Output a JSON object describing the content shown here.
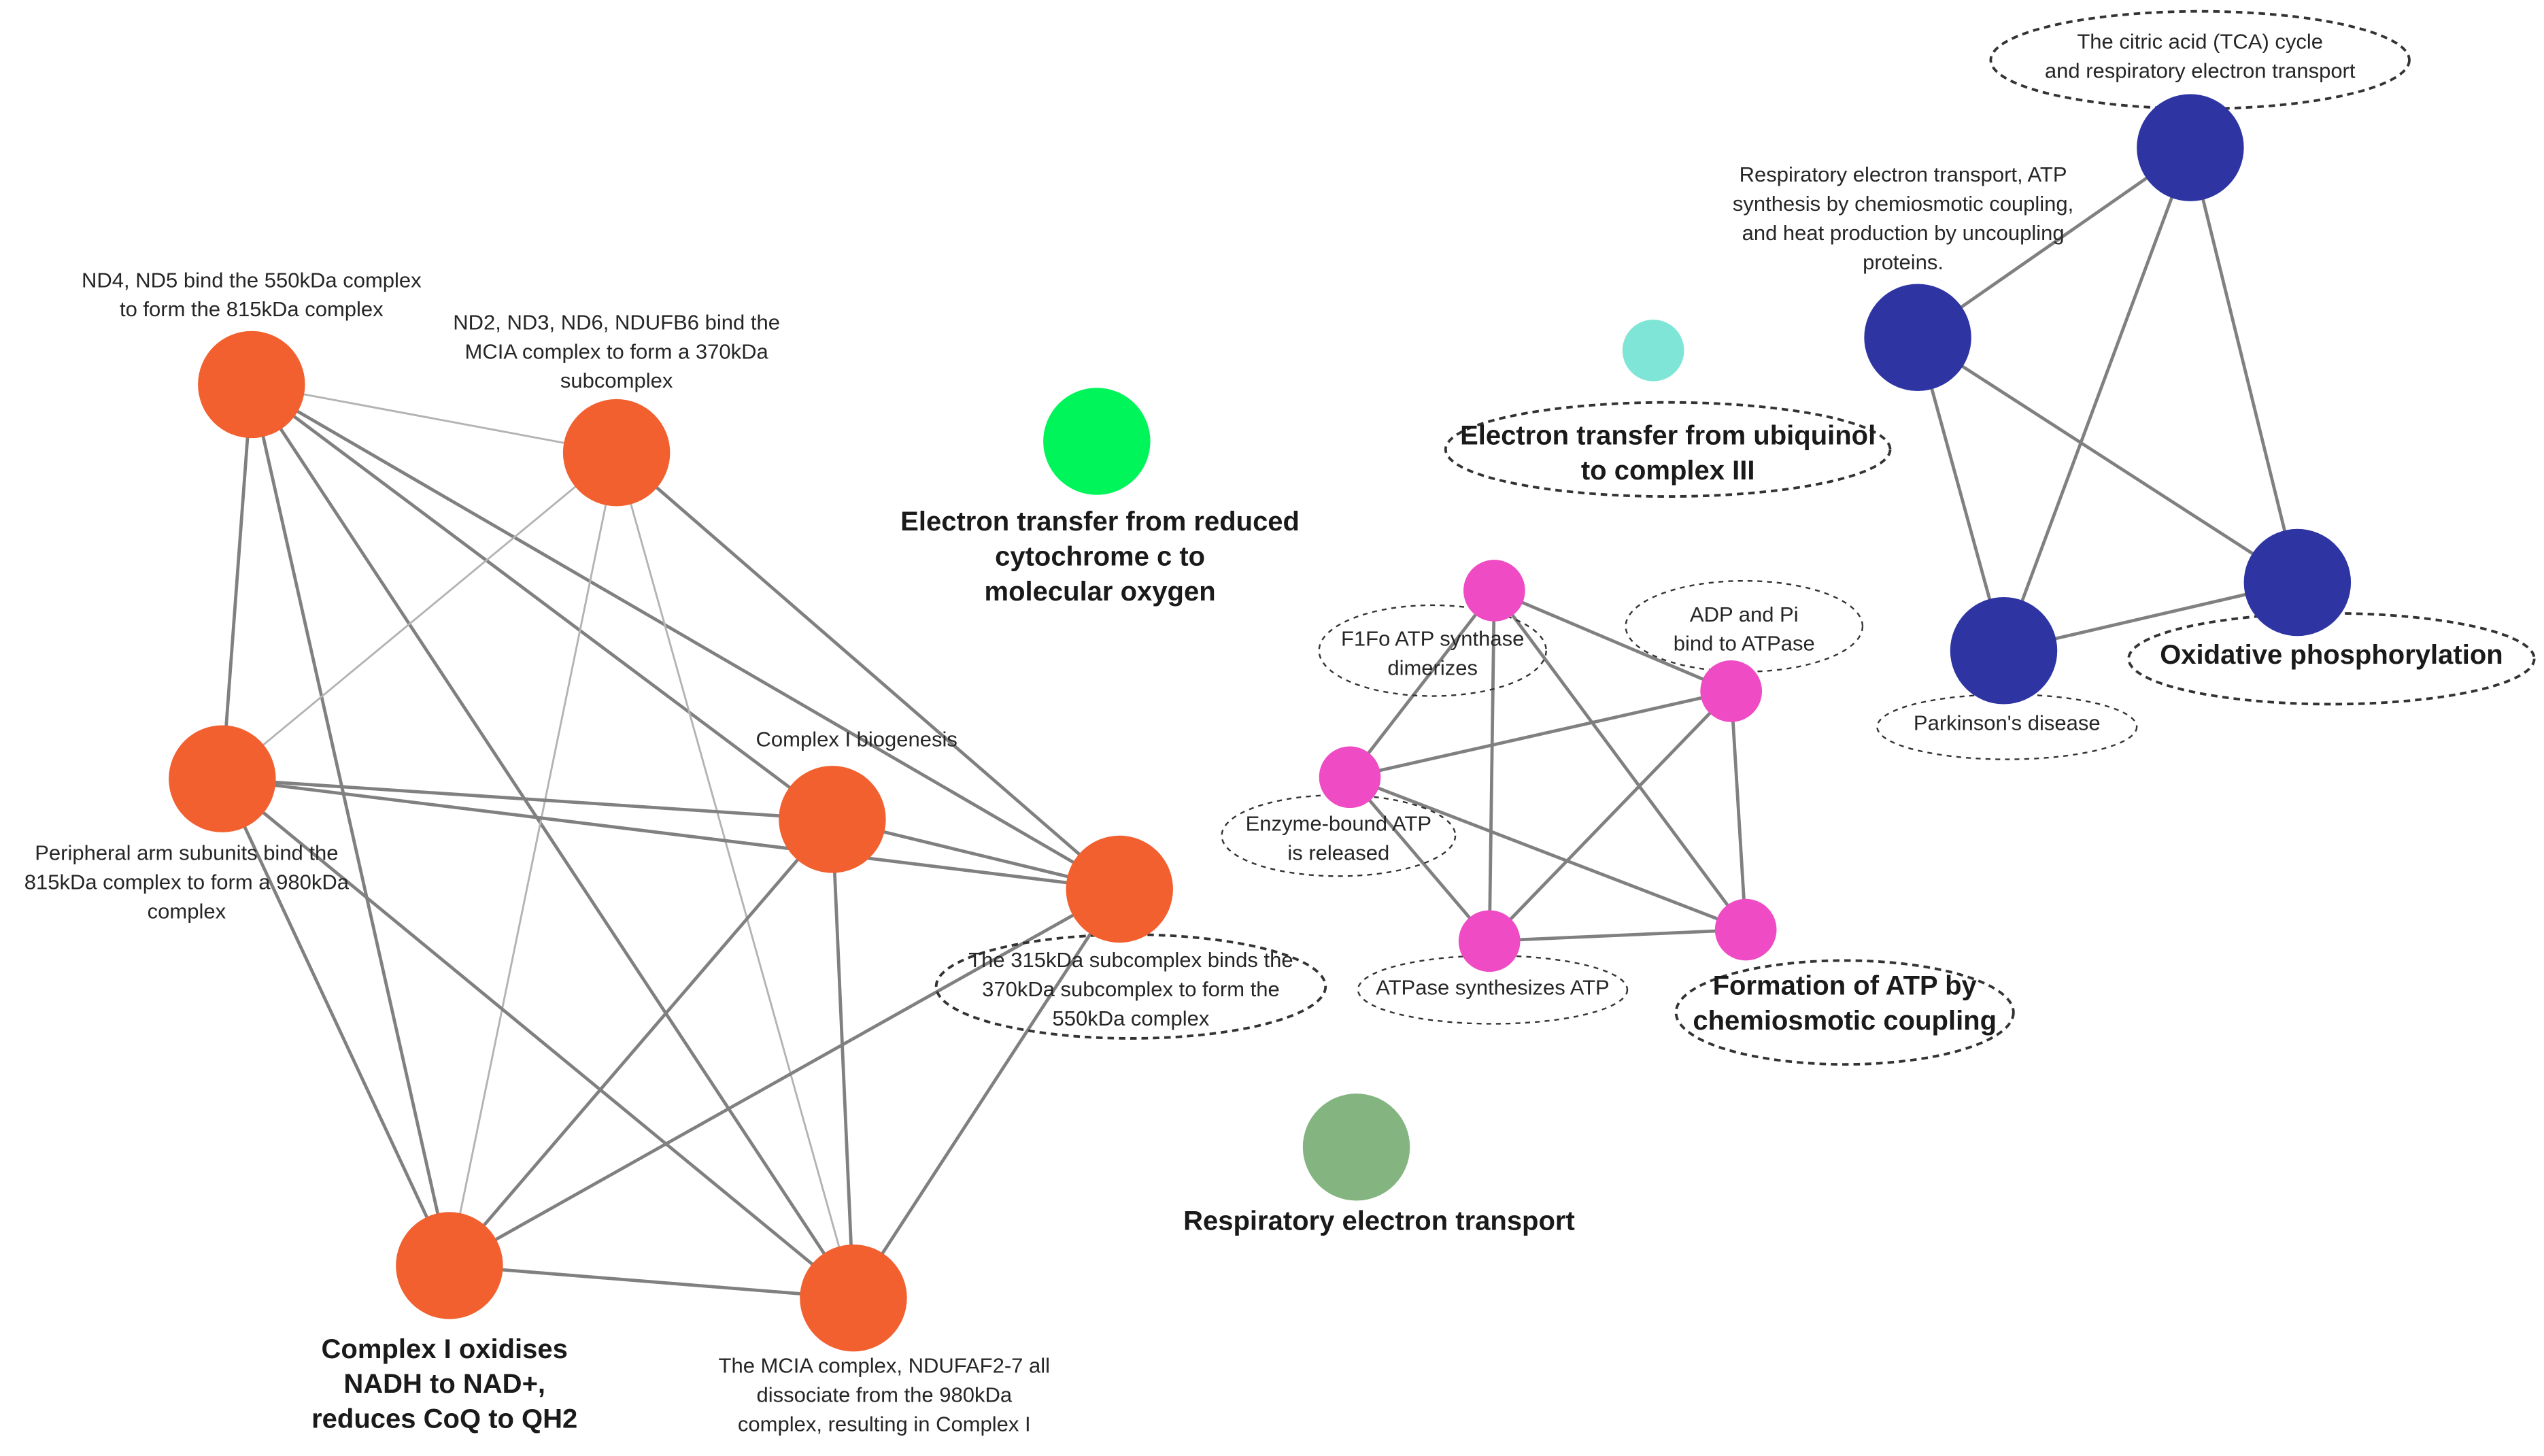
{
  "network": {
    "colors": {
      "orange": "#f26030",
      "blue": "#2e35a3",
      "magenta": "#ef4bc4",
      "green": "#00f55a",
      "teal": "#7fe5d6",
      "sage": "#84b580",
      "edge_dark": "#808080",
      "edge_light": "#b3b3b3",
      "halo_stroke": "#333333"
    },
    "nodes": [
      {
        "id": "n1",
        "color": "orange",
        "lines": [
          "ND4, ND5 bind the 550kDa complex",
          "to form the 815kDa complex"
        ]
      },
      {
        "id": "n2",
        "color": "orange",
        "lines": [
          "ND2, ND3, ND6, NDUFB6 bind the",
          "MCIA complex to form a 370kDa",
          "subcomplex"
        ]
      },
      {
        "id": "n3",
        "color": "orange",
        "lines": [
          "Peripheral arm subunits bind the",
          "815kDa complex to form a 980kDa",
          "complex"
        ]
      },
      {
        "id": "n4",
        "color": "orange",
        "lines": [
          "Complex I biogenesis"
        ]
      },
      {
        "id": "n5",
        "color": "orange",
        "lines": [
          "The 315kDa subcomplex binds the",
          "370kDa subcomplex to form the",
          "550kDa complex"
        ],
        "halo": "bold"
      },
      {
        "id": "n6",
        "color": "orange",
        "lines": [
          "Complex I oxidises",
          "NADH to NAD+,",
          "reduces CoQ to QH2"
        ],
        "bold": true
      },
      {
        "id": "n7",
        "color": "orange",
        "lines": [
          "The MCIA complex, NDUFAF2-7 all",
          "dissociate from the 980kDa",
          "complex, resulting in Complex I"
        ]
      },
      {
        "id": "n8",
        "color": "green",
        "lines": [
          "Electron transfer from reduced",
          "cytochrome c to",
          "molecular oxygen"
        ],
        "bold": true
      },
      {
        "id": "n9",
        "color": "teal",
        "lines": [
          "Electron transfer from ubiquinol",
          "to complex III"
        ],
        "bold": true,
        "halo": "bold"
      },
      {
        "id": "n10",
        "color": "sage",
        "lines": [
          "Respiratory electron transport"
        ],
        "bold": true
      },
      {
        "id": "n11",
        "color": "magenta",
        "lines": [
          "F1Fo ATP synthase",
          "dimerizes"
        ],
        "halo": "thin"
      },
      {
        "id": "n12",
        "color": "magenta",
        "lines": [
          "ADP and Pi",
          "bind to ATPase"
        ],
        "halo": "thin"
      },
      {
        "id": "n13",
        "color": "magenta",
        "lines": [
          "Enzyme-bound ATP",
          "is released"
        ],
        "halo": "thin"
      },
      {
        "id": "n14",
        "color": "magenta",
        "lines": [
          "ATPase synthesizes ATP"
        ],
        "halo": "thin"
      },
      {
        "id": "n15",
        "color": "magenta",
        "lines": [
          "Formation of ATP by",
          "chemiosmotic coupling"
        ],
        "bold": true,
        "halo": "bold"
      },
      {
        "id": "n16",
        "color": "blue",
        "lines": [
          "The citric acid (TCA) cycle",
          "and respiratory electron transport"
        ],
        "halo": "bold"
      },
      {
        "id": "n17",
        "color": "blue",
        "lines": [
          "Respiratory electron transport, ATP",
          "synthesis by chemiosmotic coupling,",
          "and heat production by uncoupling",
          "proteins."
        ]
      },
      {
        "id": "n18",
        "color": "blue",
        "lines": [
          "Oxidative phosphorylation"
        ],
        "bold": true,
        "halo": "bold"
      },
      {
        "id": "n19",
        "color": "blue",
        "lines": [
          "Parkinson's disease"
        ],
        "halo": "thin"
      }
    ],
    "edges": [
      {
        "a": "n1",
        "b": "n2",
        "tone": "light"
      },
      {
        "a": "n1",
        "b": "n3",
        "tone": "dark"
      },
      {
        "a": "n1",
        "b": "n4",
        "tone": "dark"
      },
      {
        "a": "n1",
        "b": "n5",
        "tone": "dark"
      },
      {
        "a": "n1",
        "b": "n6",
        "tone": "dark"
      },
      {
        "a": "n1",
        "b": "n7",
        "tone": "dark"
      },
      {
        "a": "n2",
        "b": "n3",
        "tone": "light"
      },
      {
        "a": "n2",
        "b": "n5",
        "tone": "dark"
      },
      {
        "a": "n2",
        "b": "n6",
        "tone": "light"
      },
      {
        "a": "n2",
        "b": "n7",
        "tone": "light"
      },
      {
        "a": "n3",
        "b": "n4",
        "tone": "dark"
      },
      {
        "a": "n3",
        "b": "n5",
        "tone": "dark"
      },
      {
        "a": "n3",
        "b": "n6",
        "tone": "dark"
      },
      {
        "a": "n3",
        "b": "n7",
        "tone": "dark"
      },
      {
        "a": "n4",
        "b": "n5",
        "tone": "dark"
      },
      {
        "a": "n4",
        "b": "n6",
        "tone": "dark"
      },
      {
        "a": "n4",
        "b": "n7",
        "tone": "dark"
      },
      {
        "a": "n5",
        "b": "n6",
        "tone": "dark"
      },
      {
        "a": "n5",
        "b": "n7",
        "tone": "dark"
      },
      {
        "a": "n6",
        "b": "n7",
        "tone": "dark"
      },
      {
        "a": "n11",
        "b": "n12",
        "tone": "dark"
      },
      {
        "a": "n11",
        "b": "n13",
        "tone": "dark"
      },
      {
        "a": "n11",
        "b": "n14",
        "tone": "dark"
      },
      {
        "a": "n11",
        "b": "n15",
        "tone": "dark"
      },
      {
        "a": "n12",
        "b": "n13",
        "tone": "dark"
      },
      {
        "a": "n12",
        "b": "n14",
        "tone": "dark"
      },
      {
        "a": "n12",
        "b": "n15",
        "tone": "dark"
      },
      {
        "a": "n13",
        "b": "n14",
        "tone": "dark"
      },
      {
        "a": "n13",
        "b": "n15",
        "tone": "dark"
      },
      {
        "a": "n14",
        "b": "n15",
        "tone": "dark"
      },
      {
        "a": "n16",
        "b": "n17",
        "tone": "dark"
      },
      {
        "a": "n16",
        "b": "n18",
        "tone": "dark"
      },
      {
        "a": "n16",
        "b": "n19",
        "tone": "dark"
      },
      {
        "a": "n17",
        "b": "n18",
        "tone": "dark"
      },
      {
        "a": "n17",
        "b": "n19",
        "tone": "dark"
      },
      {
        "a": "n18",
        "b": "n19",
        "tone": "dark"
      }
    ]
  }
}
